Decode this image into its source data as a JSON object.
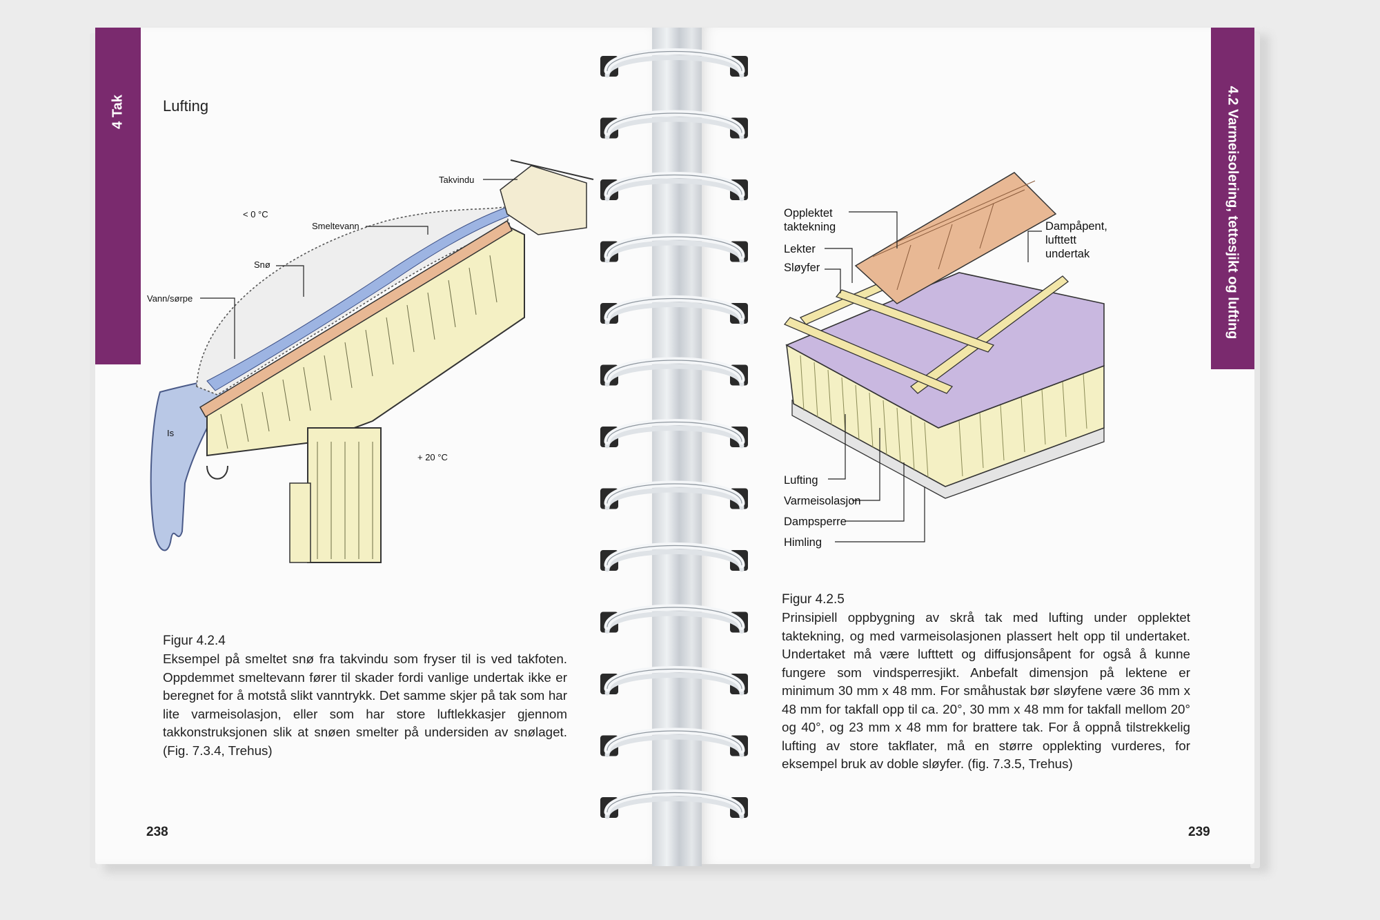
{
  "left_page": {
    "section_tab": "4 Tak",
    "title": "Lufting",
    "figure_number": "Figur 4.2.4",
    "caption": "Eksempel på smeltet snø fra takvindu som fryser til is ved takfoten. Oppdemmet smeltevann fører til skader fordi vanlige undertak ikke er beregnet for å motstå slikt vanntrykk. Det samme skjer på tak som har lite varmeisolasjon, eller som har store luftlekkasjer gjennom takkonstruksjonen slik at snøen smelter på undersiden av snølaget. (Fig. 7.3.4, Trehus)",
    "page_number": "238",
    "diagram_labels": {
      "takvindu": "Takvindu",
      "temp_out": "< 0 °C",
      "smeltevann": "Smeltevann",
      "sno": "Snø",
      "vann": "Vann/sørpe",
      "is": "Is",
      "temp_in": "+ 20 °C"
    }
  },
  "right_page": {
    "section_tab": "4.2 Varmeisolering, tettesjikt og lufting",
    "figure_number": "Figur 4.2.5",
    "caption": "Prinsipiell oppbygning av skrå tak med lufting under opplektet taktekning, og med varmeisolasjonen plassert helt opp til undertaket. Undertaket må være lufttett og diffusjonsåpent for også å kunne fungere som vindsperresjikt. Anbefalt dimensjon på lektene er minimum 30 mm x 48 mm. For småhustak bør sløyfene være 36 mm x 48 mm for takfall opp til ca. 20°, 30 mm x 48 mm for takfall mellom 20° og 40°, og 23 mm x 48 mm for brattere tak. For å oppnå tilstrekkelig lufting av store takflater, må en større opplekting vurderes, for eksempel bruk av doble sløyfer. (fig. 7.3.5, Trehus)",
    "page_number": "239",
    "diagram_labels": {
      "opplektet": "Opplektet",
      "taktekning": "taktekning",
      "lekter": "Lekter",
      "sloyfer": "Sløyfer",
      "dampapent": "Dampåpent,",
      "lufttett": "lufttett",
      "undertak": "undertak",
      "lufting": "Lufting",
      "varmeisolasjon": "Varmeisolasjon",
      "dampsperre": "Dampsperre",
      "himling": "Himling"
    }
  },
  "colors": {
    "tab": "#7a2a6e",
    "insulation": "#f4f0c4",
    "ice": "#b9c8e6",
    "membrane": "#c9b8e0",
    "tile": "#e8b894",
    "batten": "#f2e6a8"
  }
}
